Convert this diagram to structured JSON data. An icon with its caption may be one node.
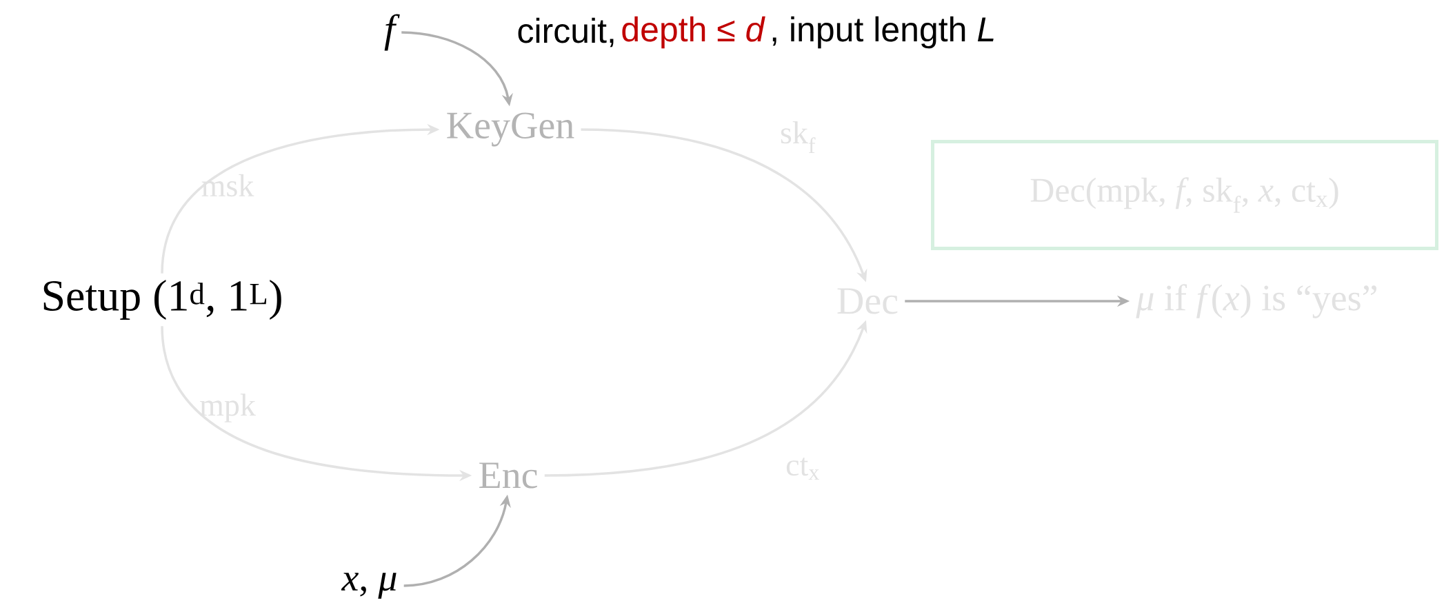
{
  "diagram": {
    "nodes": [
      {
        "text": [
          "Setup (1$^{d}$, 1$^{L}$)"
        ]
      },
      {
        "text": [
          "f"
        ],
        "beside": [
          "circuit,",
          "depth ≤ *d*",
          ", input length *L*"
        ]
      },
      {
        "text": [
          "KeyGen"
        ]
      },
      {
        "text": [
          "Dec"
        ]
      },
      {
        "text": [
          "Enc"
        ]
      },
      {
        "text": [
          "*x*, *μ*"
        ]
      },
      {
        "text": [
          "Dec(mpk, *f*, sk$_{f}$, *x*, ct$_{x}$)"
        ]
      },
      {
        "text": [
          "*μ* if *f*(*x*) is “yes”"
        ]
      }
    ],
    "edges": [
      {
        "from": 1,
        "to": 2,
        "arrow": "to",
        "color": "#b0b0b0"
      },
      {
        "from": 0,
        "to": 2,
        "arrow": "to",
        "label": "msk"
      },
      {
        "from": 2,
        "to": 3,
        "arrow": "to",
        "label": "sk$_{f}$"
      },
      {
        "from": 0,
        "to": 4,
        "arrow": "to",
        "label": "mpk"
      },
      {
        "from": 4,
        "to": 3,
        "arrow": "to",
        "label": "ct$_{x}$"
      },
      {
        "from": 5,
        "to": 4,
        "arrow": "to",
        "color": "#b0b0b0"
      },
      {
        "from": 3,
        "to": 7,
        "arrow": "to",
        "color": "#b0b0b0"
      }
    ]
  }
}
